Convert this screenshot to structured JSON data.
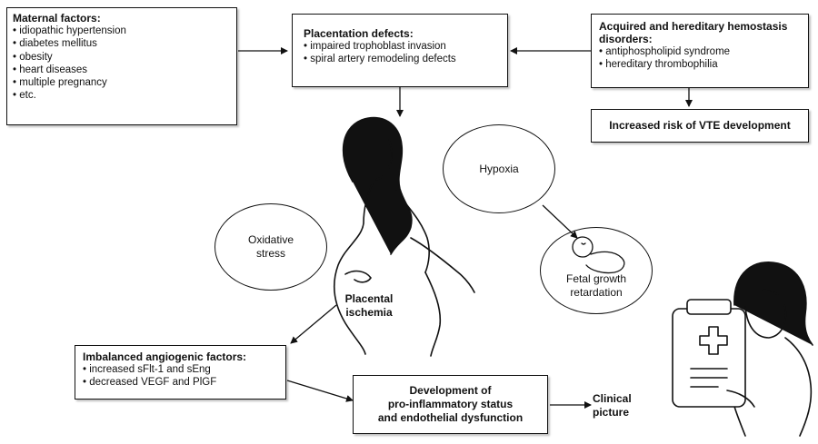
{
  "maternal": {
    "title": "Maternal factors:",
    "items": [
      "idiopathic hypertension",
      "diabetes mellitus",
      "obesity",
      "heart diseases",
      "multiple pregnancy",
      "etc."
    ]
  },
  "placentation": {
    "title": "Placentation defects:",
    "items": [
      "impaired trophoblast invasion",
      "spiral artery remodeling defects"
    ]
  },
  "hemostasis": {
    "title_line1": "Acquired and hereditary hemostasis",
    "title_line2": "disorders:",
    "items": [
      "antiphospholipid syndrome",
      "hereditary thrombophilia"
    ]
  },
  "vte": {
    "label": "Increased risk of VTE development"
  },
  "hypoxia": {
    "label": "Hypoxia"
  },
  "oxidative": {
    "line1": "Oxidative",
    "line2": "stress"
  },
  "fetal": {
    "line1": "Fetal growth",
    "line2": "retardation"
  },
  "ischemia": {
    "line1": "Placental",
    "line2": "ischemia"
  },
  "angiogenic": {
    "title": "Imbalanced angiogenic factors:",
    "items": [
      "increased sFlt-1 and sEng",
      "decreased VEGF and PlGF"
    ]
  },
  "development": {
    "line1": "Development of",
    "line2": "pro-inflammatory status",
    "line3": "and endothelial dysfunction"
  },
  "clinical": {
    "line1": "Clinical",
    "line2": "picture"
  }
}
